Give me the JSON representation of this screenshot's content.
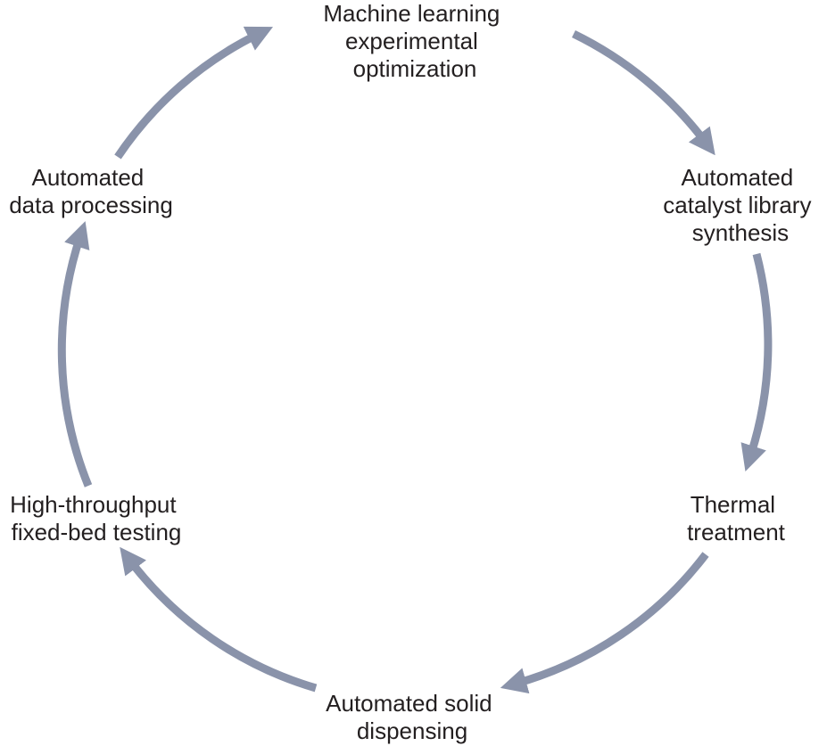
{
  "colors": {
    "arrow": "#8a93aa",
    "text": "#231f20",
    "background": "#ffffff"
  },
  "nodes": {
    "ml_optimization": {
      "lines": [
        "Machine learning",
        "experimental",
        "optimization"
      ]
    },
    "library_synthesis": {
      "lines": [
        "Automated",
        "catalyst library",
        "synthesis"
      ]
    },
    "thermal_treatment": {
      "lines": [
        "Thermal",
        "treatment"
      ]
    },
    "solid_dispensing": {
      "lines": [
        "Automated solid",
        "dispensing"
      ]
    },
    "fixed_bed_testing": {
      "lines": [
        "High-throughput",
        "fixed-bed testing"
      ]
    },
    "data_processing": {
      "lines": [
        "Automated",
        "data processing"
      ]
    }
  },
  "arrows": [
    {
      "from": "ml_optimization",
      "to": "library_synthesis"
    },
    {
      "from": "library_synthesis",
      "to": "thermal_treatment"
    },
    {
      "from": "thermal_treatment",
      "to": "solid_dispensing"
    },
    {
      "from": "solid_dispensing",
      "to": "fixed_bed_testing"
    },
    {
      "from": "fixed_bed_testing",
      "to": "data_processing"
    },
    {
      "from": "data_processing",
      "to": "ml_optimization"
    }
  ]
}
